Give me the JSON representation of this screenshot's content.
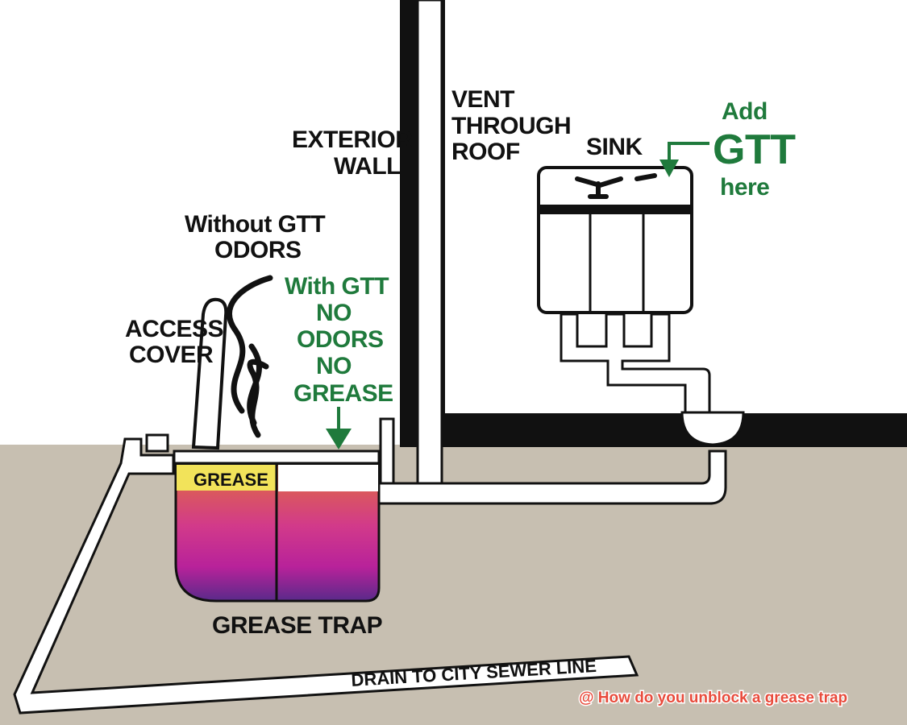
{
  "labels": {
    "exterior_wall_1": "EXTERIOR",
    "exterior_wall_2": "WALL",
    "vent_1": "VENT",
    "vent_2": "THROUGH",
    "vent_3": "ROOF",
    "sink": "SINK",
    "add_gtt_1": "Add",
    "add_gtt_2": "GTT",
    "add_gtt_3": "here",
    "without_gtt_1": "Without GTT",
    "without_gtt_2": "ODORS",
    "with_gtt_1": "With GTT",
    "with_gtt_2": "NO",
    "with_gtt_3": "ODORS",
    "with_gtt_4": "NO",
    "with_gtt_5": "GREASE",
    "access_cover_1": "ACCESS",
    "access_cover_2": "COVER",
    "grease": "GREASE",
    "grease_trap": "GREASE TRAP",
    "drain": "DRAIN TO CITY SEWER LINE"
  },
  "watermark": "@ How do you unblock a grease trap",
  "colors": {
    "ground": "#c7bfb1",
    "wall": "#111111",
    "pipe": "#ffffff",
    "green": "#1f7a3c",
    "grease_layer": "#f2e35a",
    "watermark": "#e84b3c"
  }
}
